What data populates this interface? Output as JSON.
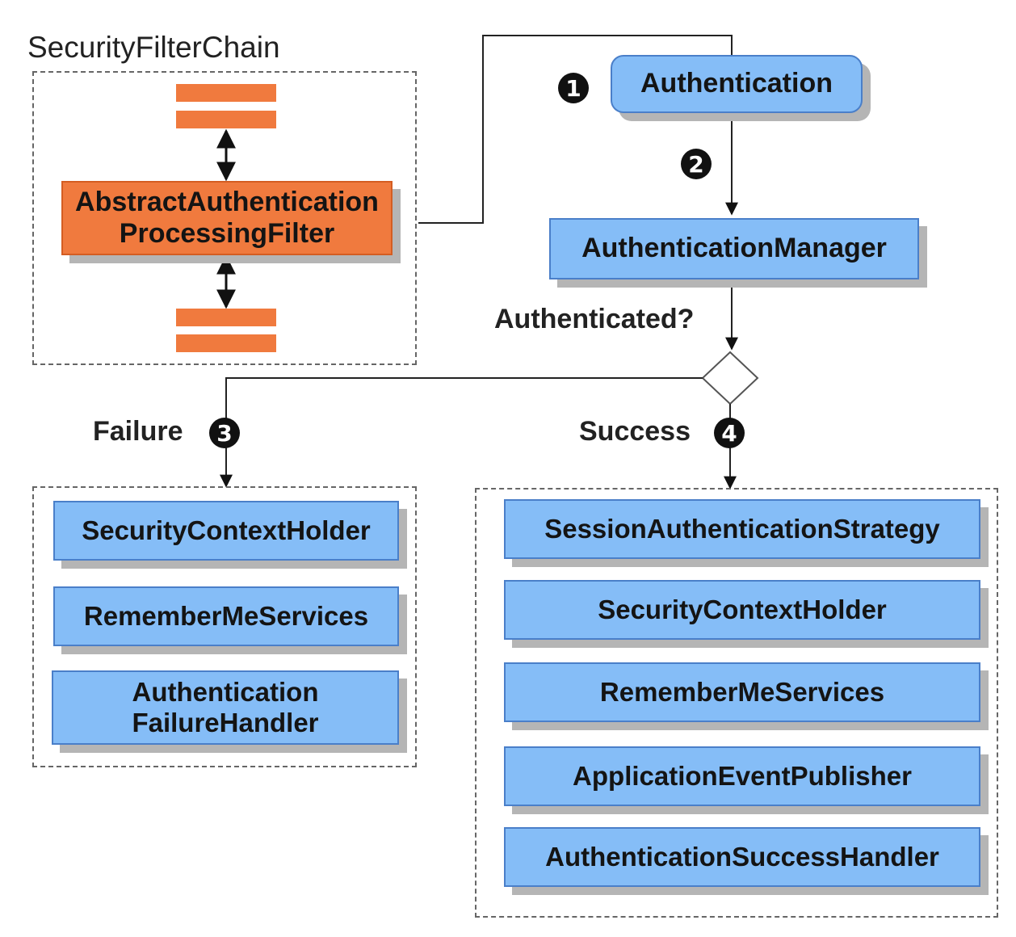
{
  "chain": {
    "title": "SecurityFilterChain",
    "filter_label_line1": "AbstractAuthentication",
    "filter_label_line2": "ProcessingFilter"
  },
  "auth": {
    "authentication": "Authentication",
    "manager": "AuthenticationManager",
    "decision": "Authenticated?"
  },
  "steps": [
    "1",
    "2",
    "3",
    "4"
  ],
  "failure": {
    "label": "Failure",
    "items": [
      "SecurityContextHolder",
      "RememberMeServices"
    ],
    "handler_line1": "Authentication",
    "handler_line2": "FailureHandler"
  },
  "success": {
    "label": "Success",
    "items": [
      "SessionAuthenticationStrategy",
      "SecurityContextHolder",
      "RememberMeServices",
      "ApplicationEventPublisher",
      "AuthenticationSuccessHandler"
    ]
  },
  "colors": {
    "filter_orange": "#f07a3e",
    "component_blue": "#85bdf7",
    "shadow_gray": "#b5b5b5"
  }
}
